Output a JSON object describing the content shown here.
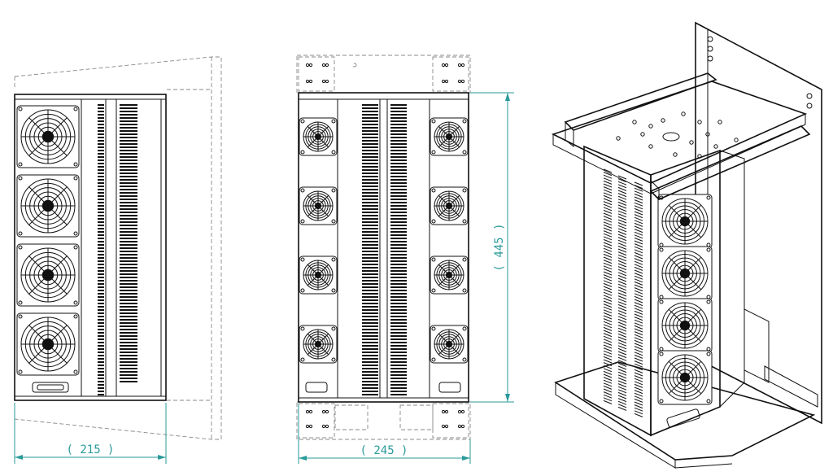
{
  "views": {
    "side": {
      "dimension_text": "( 215 )"
    },
    "front": {
      "dimension_text": "( 245 )",
      "height_text": "( 445 )"
    },
    "iso": {}
  },
  "colors": {
    "dimension": "#2a9a9a",
    "line": "#111111",
    "hidden": "#888888"
  }
}
